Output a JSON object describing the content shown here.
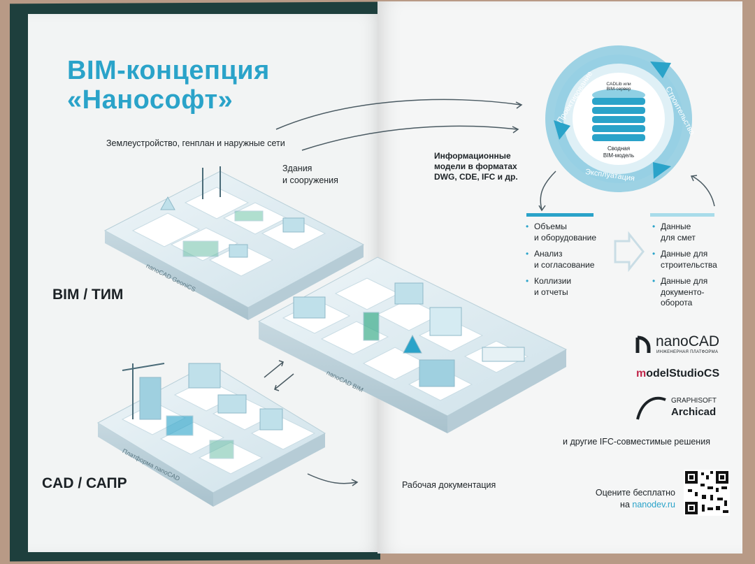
{
  "left_page": {
    "title_line1": "BIM-концепция",
    "title_line2": "«Нанософт»",
    "label_land": "Землеустройство, генплан и наружные сети",
    "label_buildings_line1": "Здания",
    "label_buildings_line2": "и сооружения",
    "label_bim": "BIM / ТИМ",
    "label_cad": "CAD / САПР",
    "platform_geonics": "nanoCAD GeoniCS",
    "platform_bim": "nanoCAD BIM",
    "platform_nanocad": "Платформа nanoCAD"
  },
  "right_page": {
    "info_models_line1": "Информационные",
    "info_models_line2": "модели в форматах",
    "info_models_line3": "DWG, CDE, IFC и др.",
    "cycle_design": "Проектирование",
    "cycle_construction": "Строительство",
    "cycle_operation": "Эксплуатация",
    "server_line1": "CADLib или",
    "server_line2": "BIM-сервер",
    "model_line1": "Сводная",
    "model_line2": "BIM-модель",
    "left_list": [
      {
        "line1": "Объемы",
        "line2": "и оборудование"
      },
      {
        "line1": "Анализ",
        "line2": "и согласование"
      },
      {
        "line1": "Коллизии",
        "line2": "и отчеты"
      }
    ],
    "right_list": [
      {
        "line1": "Данные",
        "line2": "для смет"
      },
      {
        "line1": "Данные для",
        "line2": "строительства"
      },
      {
        "line1": "Данные для",
        "line2": "документо-",
        "line3": "оборота"
      }
    ],
    "logo_nanocad": "nanoCAD",
    "logo_nanocad_sub": "ИНЖЕНЕРНАЯ ПЛАТФОРМА",
    "logo_modelstudio": "odelStudioCS",
    "logo_modelstudio_m": "m",
    "logo_graphisoft": "GRAPHISOFT",
    "logo_archicad": "Archicad",
    "other_solutions": "и другие IFC-совместимые решения",
    "working_docs": "Рабочая документация",
    "rate_free": "Оцените бесплатно",
    "rate_prefix": "на ",
    "rate_link": "nanodev.ru"
  },
  "colors": {
    "accent": "#2aa3c9",
    "cycle_light": "#bfe3ee",
    "platform": "#dde9ee",
    "text": "#1c2226"
  },
  "icons": [
    "cycle-arrow-icon",
    "database-icon",
    "double-chevron-icon",
    "qr-code-icon"
  ]
}
